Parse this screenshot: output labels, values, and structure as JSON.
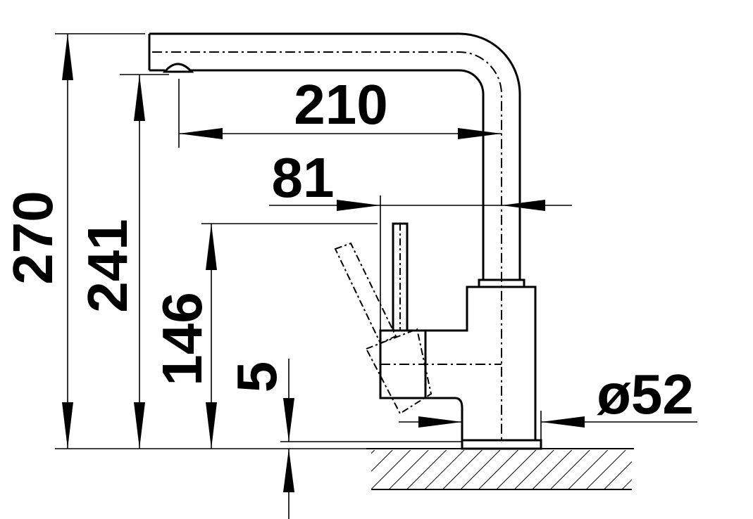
{
  "dimensions": {
    "d210": "210",
    "d81": "81",
    "d270": "270",
    "d241": "241",
    "d146": "146",
    "d5": "5",
    "d52": "ø52"
  }
}
